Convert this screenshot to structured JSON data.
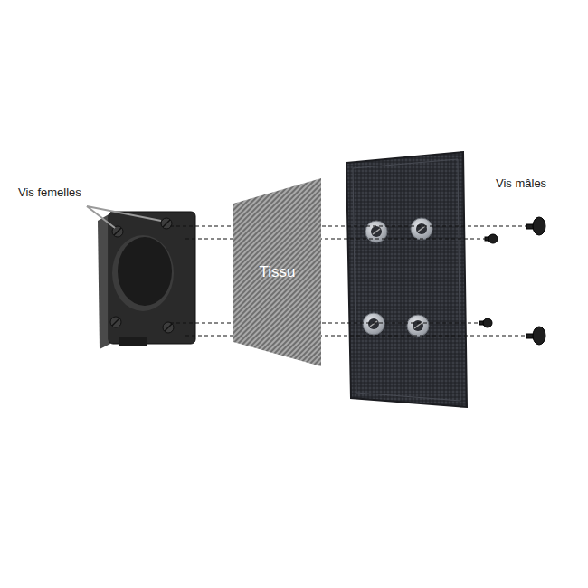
{
  "diagram": {
    "nodes": [
      {
        "text": [
          "Tissu"
        ]
      }
    ],
    "edges": [],
    "labels": [
      "Vis femelles",
      "Vis mâles"
    ]
  }
}
